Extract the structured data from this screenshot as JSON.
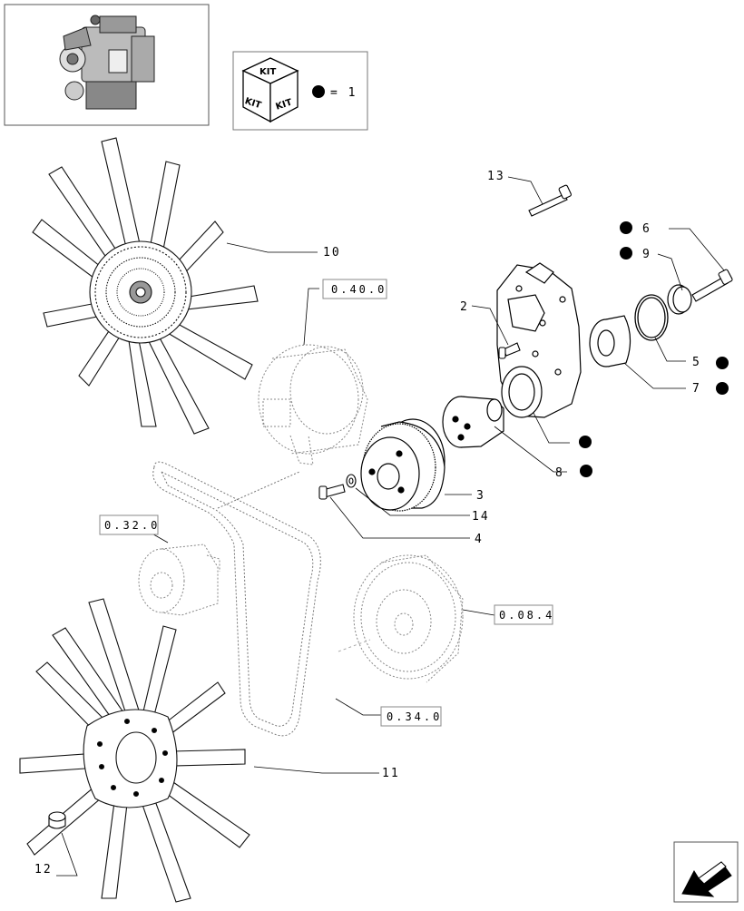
{
  "legend": {
    "kit_word": "KIT",
    "equals_text": "= 1"
  },
  "callouts": {
    "c13": "13",
    "c10": "10",
    "c6": "6",
    "c9": "9",
    "c2": "2",
    "c5": "5",
    "c7": "7",
    "c8": "8",
    "c3": "3",
    "c14": "14",
    "c4": "4",
    "c11": "11",
    "c12": "12"
  },
  "references": {
    "r0400": "0.40.0",
    "r0320": "0.32.0",
    "r0084": "0.08.4",
    "r0340": "0.34.0"
  }
}
